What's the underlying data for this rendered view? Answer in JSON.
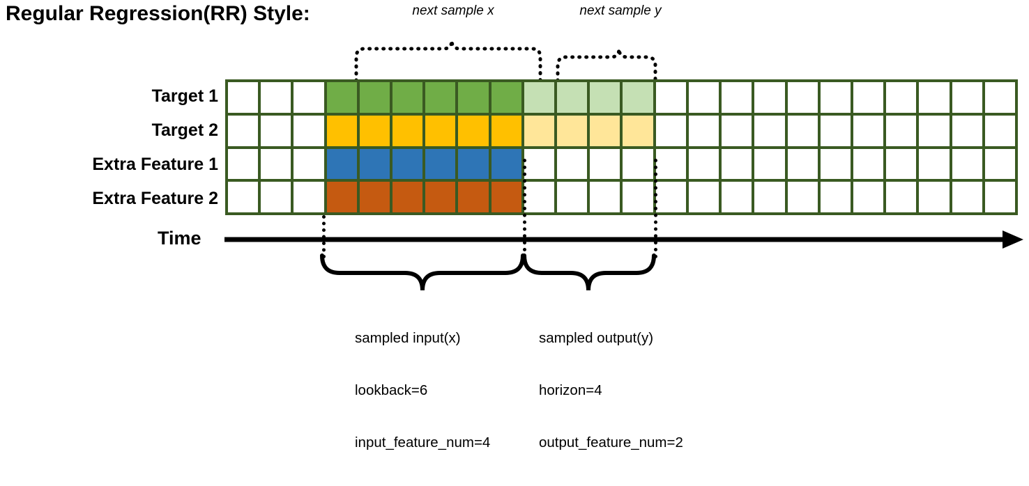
{
  "title": "Regular Regression(RR) Style:",
  "top_brackets": [
    {
      "id": "next-sample-x",
      "label": "next sample x"
    },
    {
      "id": "next-sample-y",
      "label": "next sample y"
    }
  ],
  "row_labels": [
    "Target 1",
    "Target 2",
    "Extra Feature 1",
    "Extra Feature 2"
  ],
  "axis": {
    "time_label": "Time",
    "arrow_icon": "right-arrow-icon"
  },
  "bottom_captions": [
    {
      "id": "sampled-input",
      "line1": "sampled input(x)",
      "line2": "lookback=6",
      "line3": "input_feature_num=4"
    },
    {
      "id": "sampled-output",
      "line1": "sampled output(y)",
      "line2": "horizon=4",
      "line3": "output_feature_num=2"
    }
  ],
  "colors": {
    "grid_border": "#3A5A22",
    "target1": "#70AD47",
    "target1_light": "#C5E0B4",
    "target2": "#FFC000",
    "target2_light": "#FFE699",
    "extra1": "#2E75B6",
    "extra2": "#C55A11",
    "empty": "#FFFFFF",
    "ink": "#000000"
  },
  "chart_data": {
    "type": "heatmap",
    "title": "Regular Regression(RR) Style:",
    "columns": 24,
    "rows": 4,
    "row_names": [
      "Target 1",
      "Target 2",
      "Extra Feature 1",
      "Extra Feature 2"
    ],
    "lookback": 6,
    "horizon": 4,
    "input_feature_num": 4,
    "output_feature_num": 2,
    "input_start_col": 3,
    "input_end_col": 8,
    "output_start_col": 9,
    "output_end_col": 12,
    "cell_fill": [
      [
        "empty",
        "empty",
        "empty",
        "target1",
        "target1",
        "target1",
        "target1",
        "target1",
        "target1",
        "target1_light",
        "target1_light",
        "target1_light",
        "target1_light",
        "empty",
        "empty",
        "empty",
        "empty",
        "empty",
        "empty",
        "empty",
        "empty",
        "empty",
        "empty",
        "empty"
      ],
      [
        "empty",
        "empty",
        "empty",
        "target2",
        "target2",
        "target2",
        "target2",
        "target2",
        "target2",
        "target2_light",
        "target2_light",
        "target2_light",
        "target2_light",
        "empty",
        "empty",
        "empty",
        "empty",
        "empty",
        "empty",
        "empty",
        "empty",
        "empty",
        "empty",
        "empty"
      ],
      [
        "empty",
        "empty",
        "empty",
        "extra1",
        "extra1",
        "extra1",
        "extra1",
        "extra1",
        "extra1",
        "empty",
        "empty",
        "empty",
        "empty",
        "empty",
        "empty",
        "empty",
        "empty",
        "empty",
        "empty",
        "empty",
        "empty",
        "empty",
        "empty",
        "empty"
      ],
      [
        "empty",
        "empty",
        "empty",
        "extra2",
        "extra2",
        "extra2",
        "extra2",
        "extra2",
        "extra2",
        "empty",
        "empty",
        "empty",
        "empty",
        "empty",
        "empty",
        "empty",
        "empty",
        "empty",
        "empty",
        "empty",
        "empty",
        "empty",
        "empty",
        "empty"
      ]
    ],
    "annotations": [
      "next sample x",
      "next sample y",
      "sampled input(x) lookback=6 input_feature_num=4",
      "sampled output(y) horizon=4 output_feature_num=2"
    ],
    "xlabel": "Time",
    "ylabel": "",
    "grid": true,
    "legend": "none"
  }
}
